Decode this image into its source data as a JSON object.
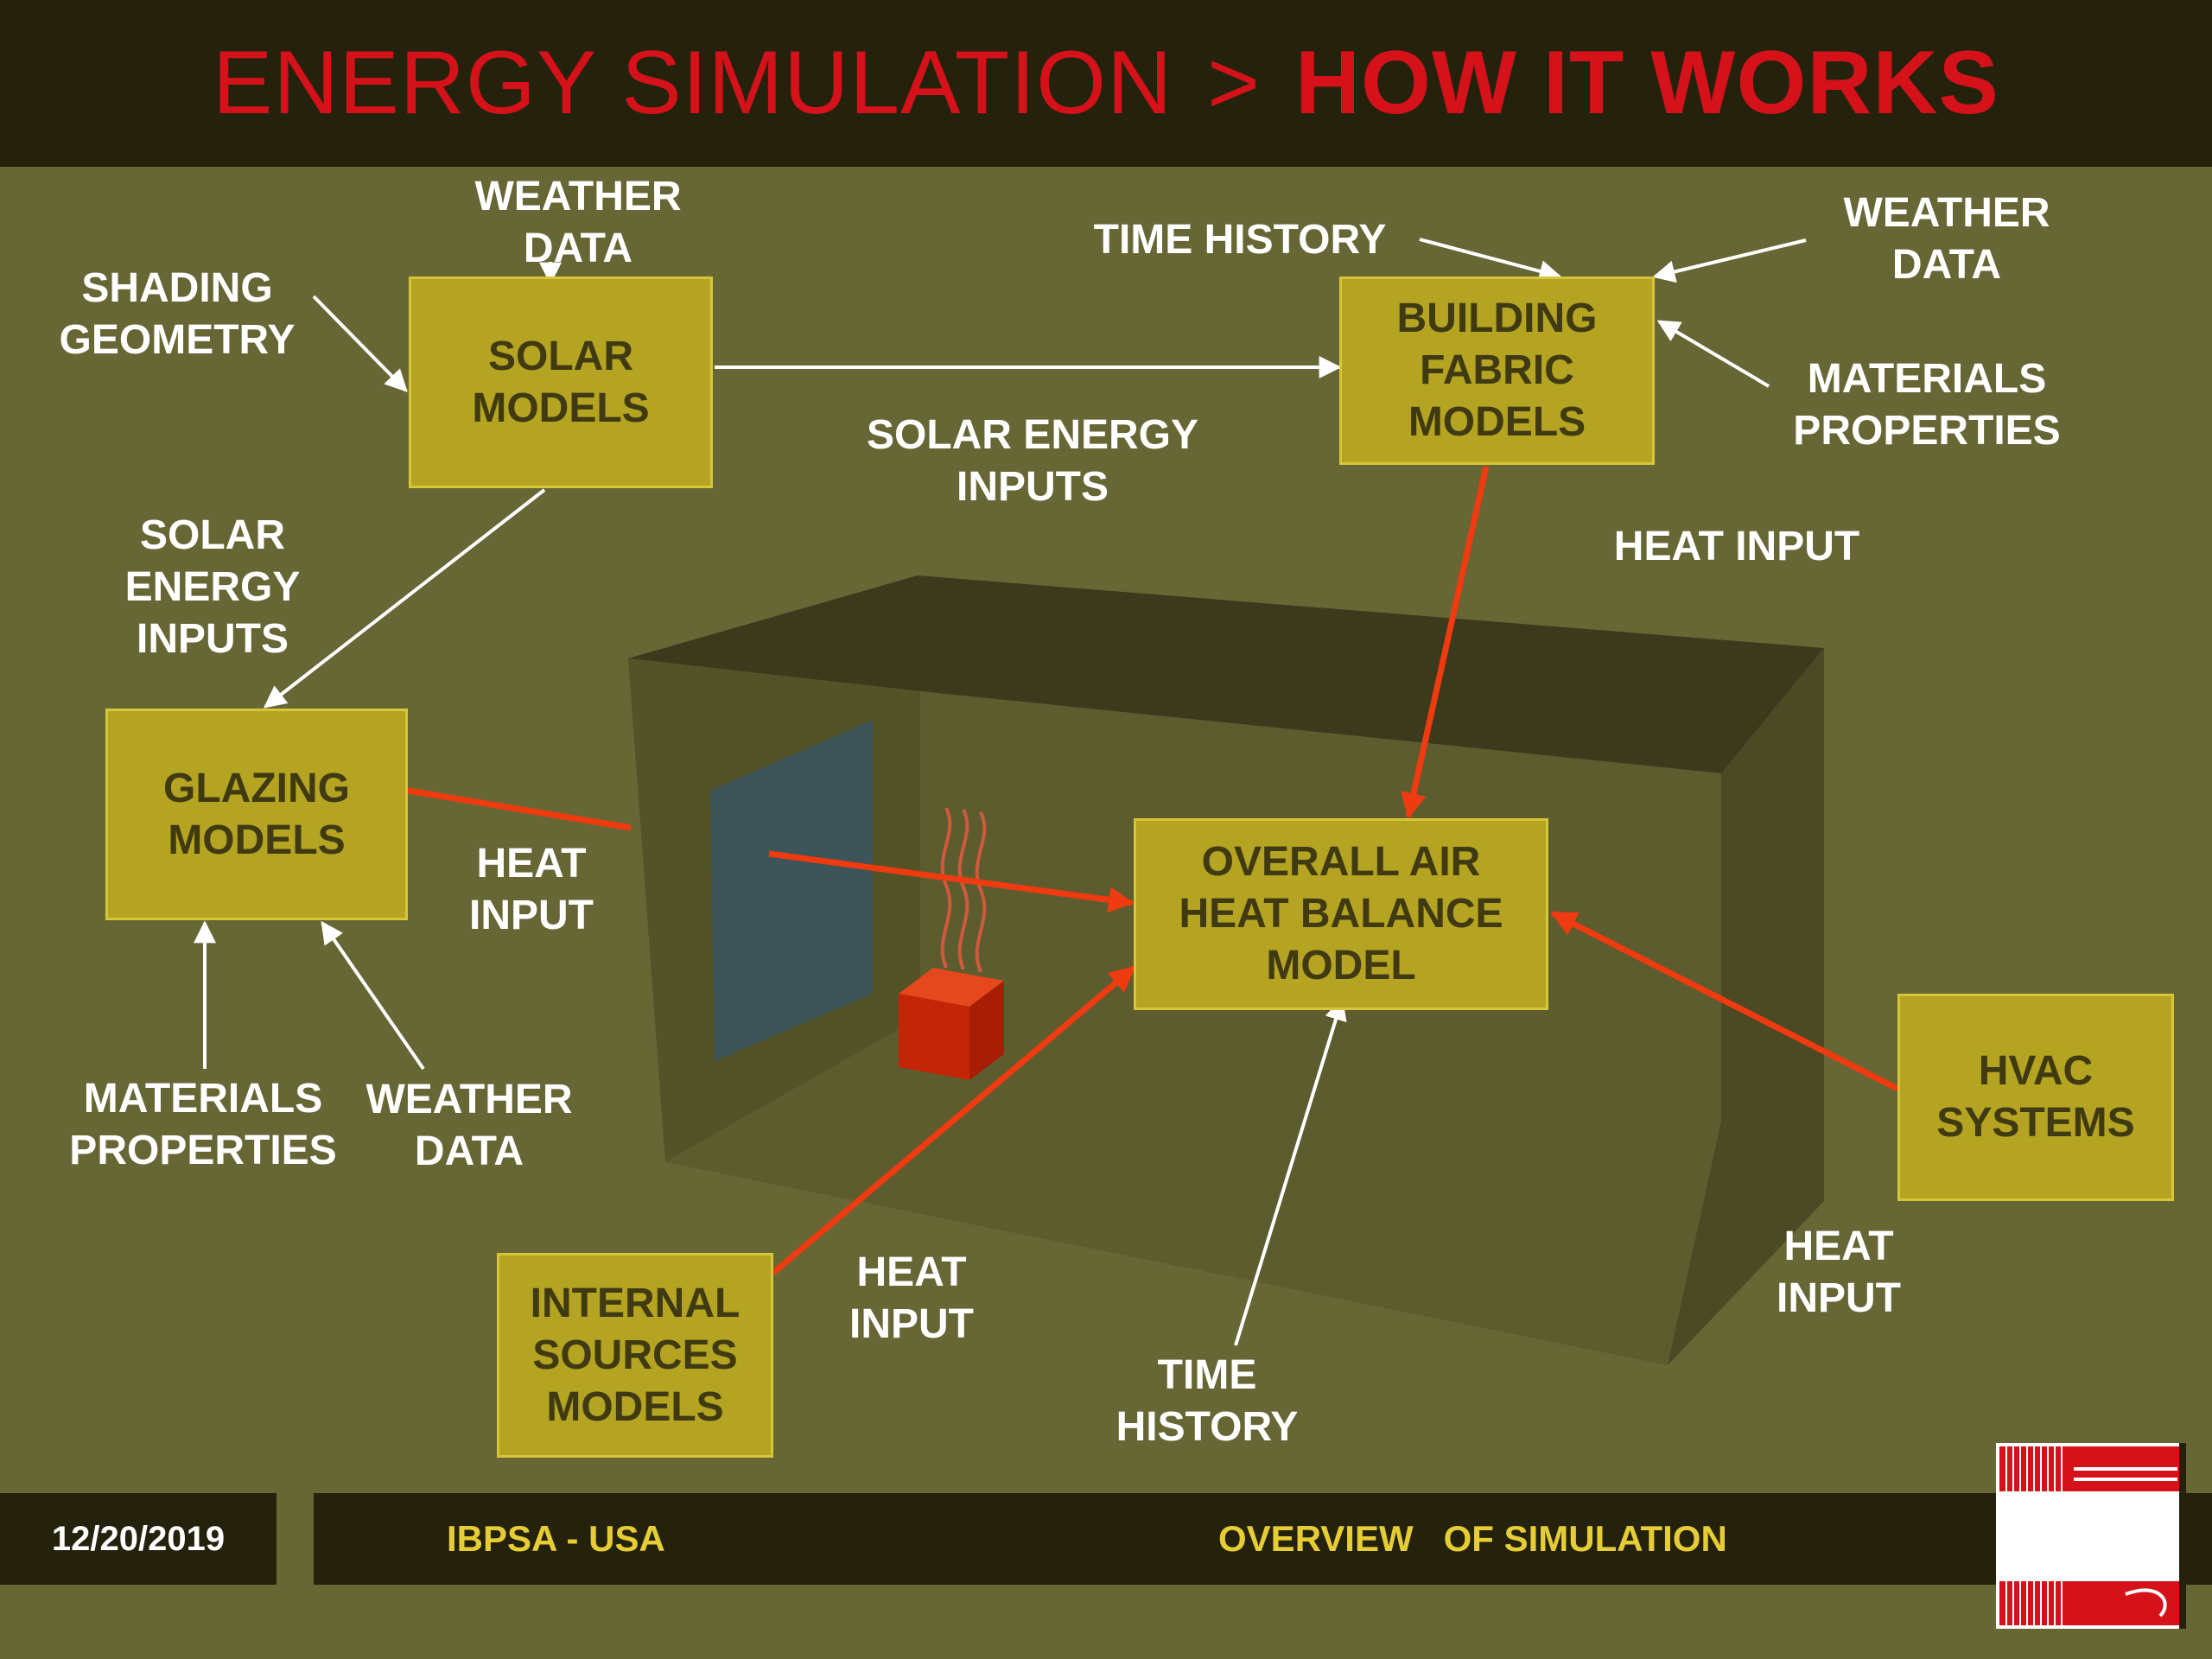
{
  "header": {
    "title_part1": "ENERGY SIMULATION",
    "separator": ">",
    "title_part2": "HOW IT WORKS"
  },
  "boxes": {
    "solar": "SOLAR\nMODELS",
    "fabric": "BUILDING\nFABRIC\nMODELS",
    "glazing": "GLAZING\nMODELS",
    "air_balance": "OVERALL AIR\nHEAT BALANCE\nMODEL",
    "hvac": "HVAC\nSYSTEMS",
    "internal": "INTERNAL\nSOURCES\nMODELS"
  },
  "labels": {
    "weather_data_solar": "WEATHER\nDATA",
    "shading_geometry": "SHADING\nGEOMETRY",
    "time_history_fabric": "TIME HISTORY",
    "weather_data_fabric": "WEATHER\nDATA",
    "materials_fabric": "MATERIALS\nPROPERTIES",
    "solar_energy_inputs_mid": "SOLAR ENERGY\nINPUTS",
    "heat_input_fabric": "HEAT INPUT",
    "solar_energy_inputs_left": "SOLAR\nENERGY\nINPUTS",
    "heat_input_glazing": "HEAT\nINPUT",
    "materials_glazing": "MATERIALS\nPROPERTIES",
    "weather_data_glazing": "WEATHER\nDATA",
    "heat_input_internal": "HEAT\nINPUT",
    "time_history_balance": "TIME\nHISTORY",
    "heat_input_hvac": "HEAT\nINPUT"
  },
  "footer": {
    "date": "12/20/2019",
    "org": "IBPSA - USA",
    "subtitle": "OVERVIEW   OF SIMULATION"
  },
  "colors": {
    "background": "#676635",
    "bar": "#24220d",
    "title_red": "#d5111a",
    "box_fill": "#b5a322",
    "heat_arrow": "#f03a10",
    "info_arrow": "#ffffff",
    "footer_text": "#e6cd35"
  }
}
